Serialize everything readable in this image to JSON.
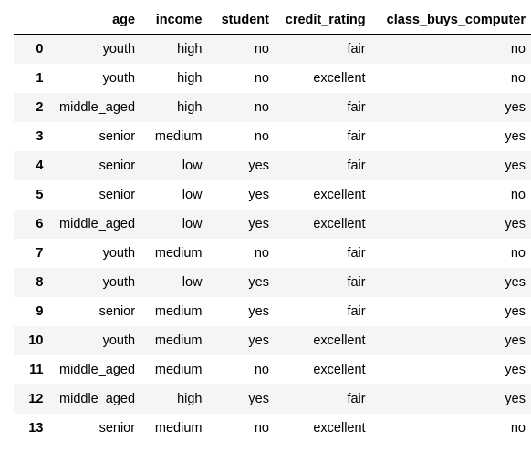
{
  "table": {
    "index_header": "",
    "columns": [
      "age",
      "income",
      "student",
      "credit_rating",
      "class_buys_computer"
    ],
    "rows": [
      {
        "index": "0",
        "cells": [
          "youth",
          "high",
          "no",
          "fair",
          "no"
        ]
      },
      {
        "index": "1",
        "cells": [
          "youth",
          "high",
          "no",
          "excellent",
          "no"
        ]
      },
      {
        "index": "2",
        "cells": [
          "middle_aged",
          "high",
          "no",
          "fair",
          "yes"
        ]
      },
      {
        "index": "3",
        "cells": [
          "senior",
          "medium",
          "no",
          "fair",
          "yes"
        ]
      },
      {
        "index": "4",
        "cells": [
          "senior",
          "low",
          "yes",
          "fair",
          "yes"
        ]
      },
      {
        "index": "5",
        "cells": [
          "senior",
          "low",
          "yes",
          "excellent",
          "no"
        ]
      },
      {
        "index": "6",
        "cells": [
          "middle_aged",
          "low",
          "yes",
          "excellent",
          "yes"
        ]
      },
      {
        "index": "7",
        "cells": [
          "youth",
          "medium",
          "no",
          "fair",
          "no"
        ]
      },
      {
        "index": "8",
        "cells": [
          "youth",
          "low",
          "yes",
          "fair",
          "yes"
        ]
      },
      {
        "index": "9",
        "cells": [
          "senior",
          "medium",
          "yes",
          "fair",
          "yes"
        ]
      },
      {
        "index": "10",
        "cells": [
          "youth",
          "medium",
          "yes",
          "excellent",
          "yes"
        ]
      },
      {
        "index": "11",
        "cells": [
          "middle_aged",
          "medium",
          "no",
          "excellent",
          "yes"
        ]
      },
      {
        "index": "12",
        "cells": [
          "middle_aged",
          "high",
          "yes",
          "fair",
          "yes"
        ]
      },
      {
        "index": "13",
        "cells": [
          "senior",
          "medium",
          "no",
          "excellent",
          "no"
        ]
      }
    ]
  },
  "colors": {
    "stripe": "#f5f5f5",
    "header_rule": "#000000",
    "text": "#000000"
  }
}
